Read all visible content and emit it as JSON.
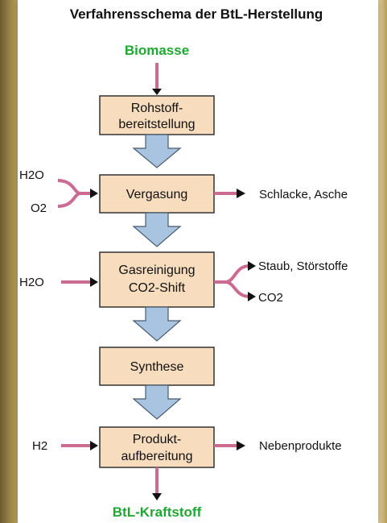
{
  "title": "Verfahrensschema der BtL-Herstellung",
  "input": "Biomasse",
  "output": "BtL-Kraftstoff",
  "boxes": [
    {
      "line1": "Rohstoff-",
      "line2": "bereitstellung"
    },
    {
      "line1": "Vergasung",
      "line2": ""
    },
    {
      "line1": "Gasreinigung",
      "line2": "CO2-Shift"
    },
    {
      "line1": "Synthese",
      "line2": ""
    },
    {
      "line1": "Produkt-",
      "line2": "aufbereitung"
    }
  ],
  "inputs": {
    "vergasung_a": "H2O",
    "vergasung_b": "O2",
    "gasreinigung": "H2O",
    "aufbereitung": "H2"
  },
  "outputs": {
    "vergasung": "Schlacke, Asche",
    "gasreinigung_a": "Staub, Störstoffe",
    "gasreinigung_b": "CO2",
    "aufbereitung": "Nebenprodukte"
  },
  "colors": {
    "box_fill": "#f7dcbd",
    "box_stroke": "#333333",
    "pink_line": "#cc6b92",
    "arrow_fill": "#a8c4e0",
    "arrow_stroke": "#4a5a6a",
    "green_text": "#1ea832"
  }
}
